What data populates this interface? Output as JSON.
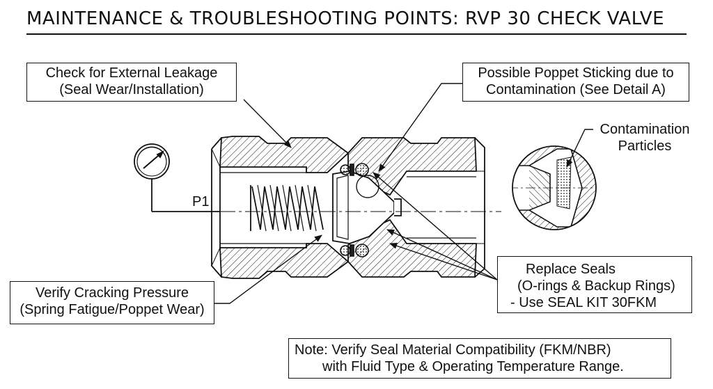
{
  "title": "MAINTENANCE & TROUBLESHOOTING POINTS: RVP 30 CHECK VALVE",
  "callouts": {
    "external_leakage": {
      "line1": "Check for External Leakage",
      "line2": "(Seal Wear/Installation)"
    },
    "poppet_sticking": {
      "line1": "Possible Poppet Sticking due to",
      "line2": "Contamination (See Detail A)"
    },
    "cracking_pressure": {
      "line1": "Verify Cracking Pressure",
      "line2": "(Spring Fatigue/Poppet Wear)"
    },
    "replace_seals": {
      "line1": "Replace Seals",
      "line2": "(O-rings & Backup Rings)",
      "line3": "- Use SEAL KIT 30FKM"
    },
    "note": {
      "line1": "Note: Verify Seal Material Compatibility (FKM/NBR)",
      "line2": "with Fluid Type & Operating Temperature Range."
    }
  },
  "detail": {
    "line1": "Contamination",
    "line2": "Particles"
  },
  "gauge_label": "P1",
  "icons": [
    "pressure-gauge-icon"
  ],
  "colors": {
    "ink": "#111111",
    "background": "#ffffff"
  }
}
